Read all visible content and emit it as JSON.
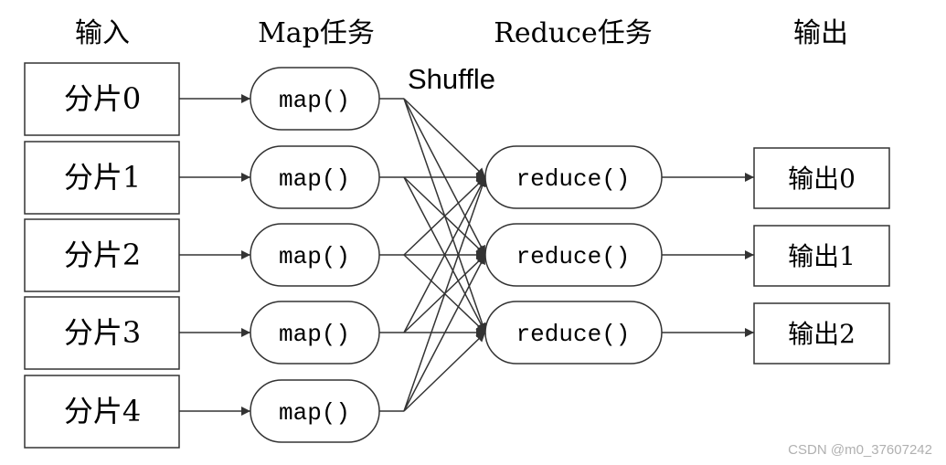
{
  "headers": {
    "input": "输入",
    "map": "Map任务",
    "reduce": "Reduce任务",
    "output": "输出"
  },
  "shuffle_label": "Shuffle",
  "splits": [
    "分片0",
    "分片1",
    "分片2",
    "分片3",
    "分片4"
  ],
  "map_label": "map()",
  "reduce_label": "reduce()",
  "outputs": [
    "输出0",
    "输出1",
    "输出2"
  ],
  "watermark": "CSDN @m0_37607242",
  "colors": {
    "stroke": "#333333",
    "text": "#000000",
    "watermark": "#b0b0b0"
  }
}
